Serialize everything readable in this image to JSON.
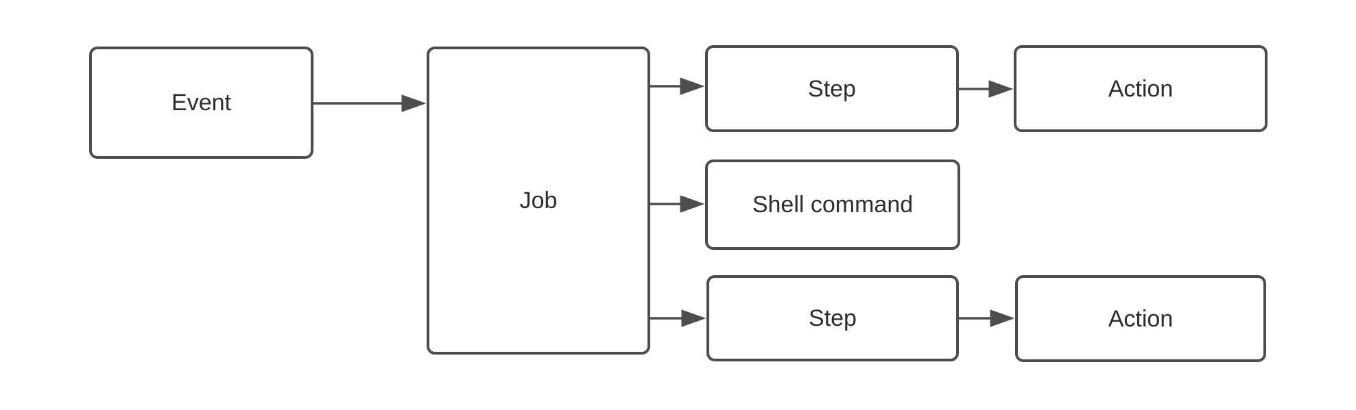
{
  "nodes": {
    "event": {
      "label": "Event"
    },
    "job": {
      "label": "Job"
    },
    "step_top": {
      "label": "Step"
    },
    "action_top": {
      "label": "Action"
    },
    "shell_command": {
      "label": "Shell command"
    },
    "step_bottom": {
      "label": "Step"
    },
    "action_bottom": {
      "label": "Action"
    }
  },
  "edges": [
    {
      "from": "event",
      "to": "job"
    },
    {
      "from": "job",
      "to": "step_top"
    },
    {
      "from": "step_top",
      "to": "action_top"
    },
    {
      "from": "job",
      "to": "shell_command"
    },
    {
      "from": "job",
      "to": "step_bottom"
    },
    {
      "from": "step_bottom",
      "to": "action_bottom"
    }
  ],
  "style": {
    "node_border_color": "#4d4d4d",
    "node_fill": "#ffffff",
    "text_color": "#2d2d2d",
    "arrow_color": "#4d4d4d",
    "background": "#ffffff"
  }
}
